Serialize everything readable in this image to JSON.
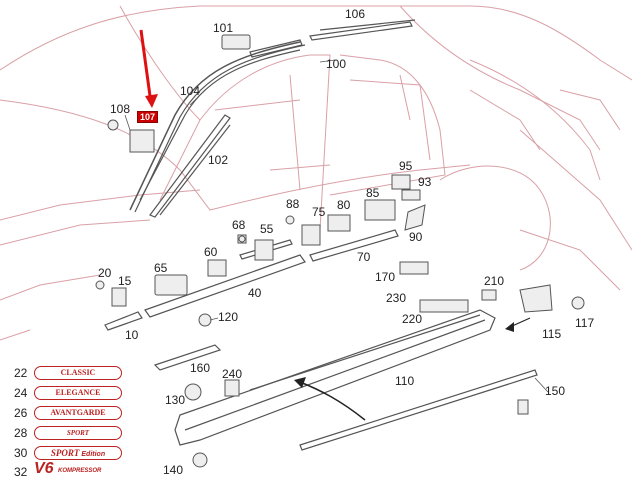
{
  "callouts": {
    "c101": "101",
    "c106": "106",
    "c100": "100",
    "c104": "104",
    "c108": "108",
    "c107": "107",
    "c102": "102",
    "c95": "95",
    "c93": "93",
    "c85": "85",
    "c88": "88",
    "c75": "75",
    "c80": "80",
    "c68": "68",
    "c55": "55",
    "c90": "90",
    "c60": "60",
    "c70": "70",
    "c20": "20",
    "c15": "15",
    "c65": "65",
    "c40": "40",
    "c170": "170",
    "c210": "210",
    "c230": "230",
    "c120": "120",
    "c10": "10",
    "c220": "220",
    "c115": "115",
    "c117": "117",
    "c160": "160",
    "c240": "240",
    "c110": "110",
    "c130": "130",
    "c150": "150",
    "c140": "140"
  },
  "emblems": [
    {
      "num": "22",
      "label": "CLASSIC"
    },
    {
      "num": "24",
      "label": "ELEGANCE"
    },
    {
      "num": "26",
      "label": "AVANTGARDE"
    },
    {
      "num": "28",
      "label": "SPORT"
    },
    {
      "num": "30",
      "label_main": "SPORT",
      "label_sub": "Edition"
    },
    {
      "num": "32",
      "label_main": "V6",
      "label_sub": "KOMPRESSOR"
    }
  ],
  "colors": {
    "line": "#d9a0a6",
    "part": "#555555",
    "highlight": "#cc0000",
    "arrow": "#dd1111",
    "emblem": "#b22222"
  }
}
